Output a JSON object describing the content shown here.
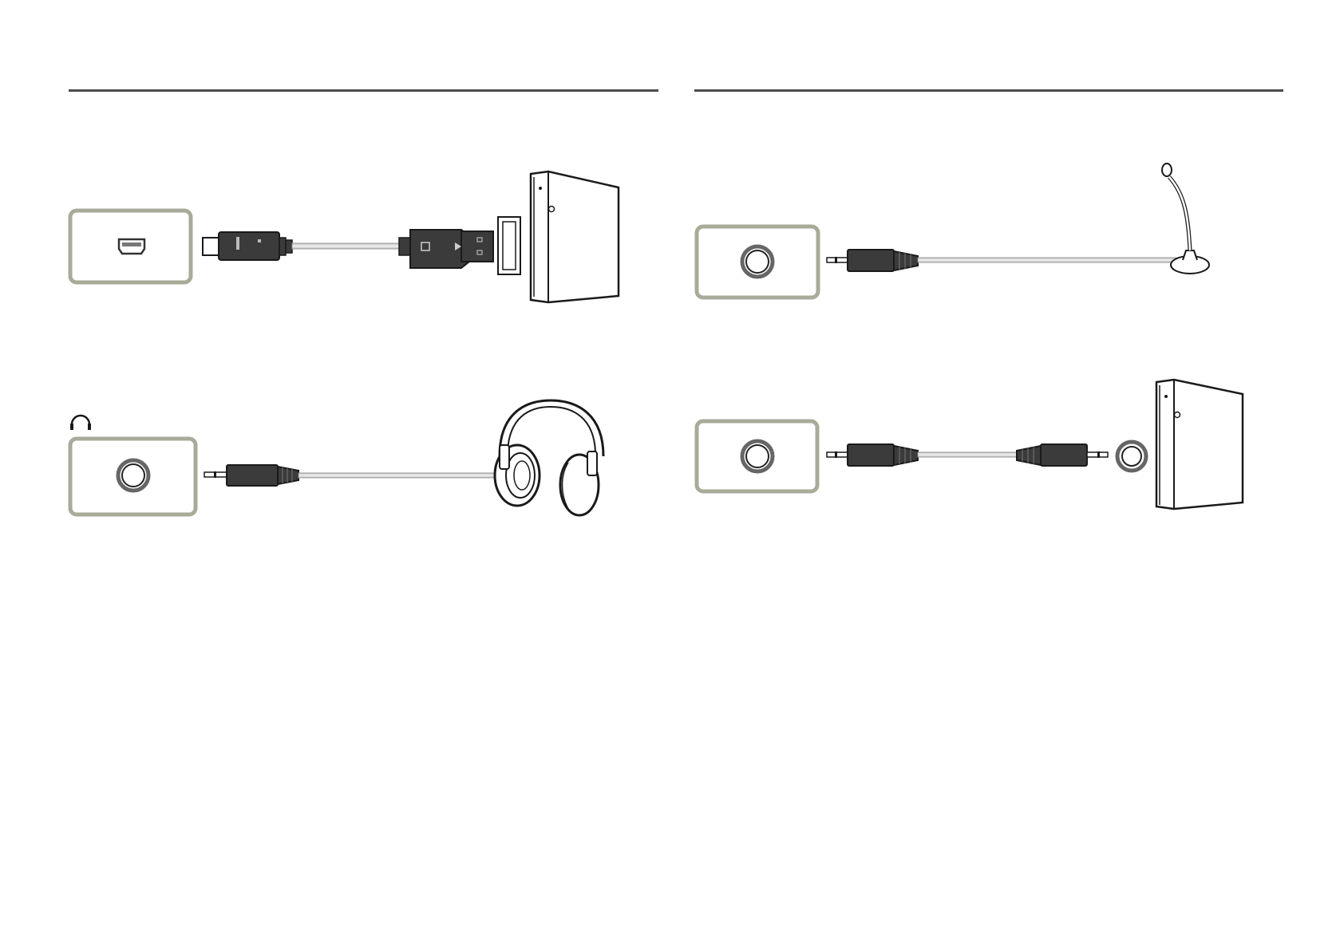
{
  "diagram": {
    "colors": {
      "port_frame": "#a9ab99",
      "plug_body": "#3b3b3b",
      "cable": "#d4d4d4",
      "outline": "#1a1a1a",
      "rule": "#4a4a4a"
    },
    "connections": [
      {
        "id": "mini-dp-to-pc",
        "port_icon": "mini-displayport-icon",
        "device_icon": "pc-tower-icon"
      },
      {
        "id": "headphone-out",
        "port_icon": "headphone-icon",
        "device_icon": "headphones-icon"
      },
      {
        "id": "mic-in",
        "port_icon": "audio-jack-icon",
        "device_icon": "microphone-icon"
      },
      {
        "id": "line-in-from-pc",
        "port_icon": "audio-jack-icon",
        "device_icon": "pc-tower-icon"
      }
    ]
  }
}
